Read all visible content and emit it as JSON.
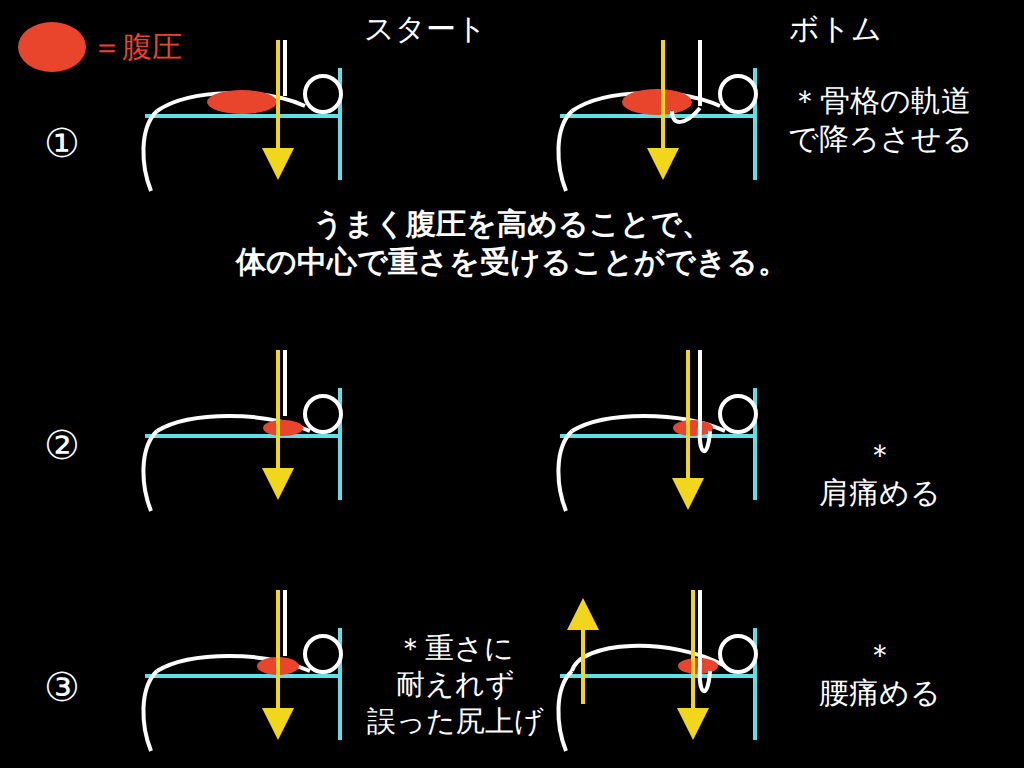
{
  "diagram": {
    "labels": [
      "スタート",
      "ボトム",
      "①",
      "＊骨格の軌道 で降ろさせる",
      "うまく腹圧を高めることで、 体の中心で重さを受けることができる。",
      "②",
      "＊肩痛める",
      "③",
      "＊重さに 耐えれず 誤った尻上げ",
      "＊腰痛める"
    ],
    "legend": [
      {
        "text": "＝腹圧",
        "color": "#e8452c"
      }
    ]
  }
}
